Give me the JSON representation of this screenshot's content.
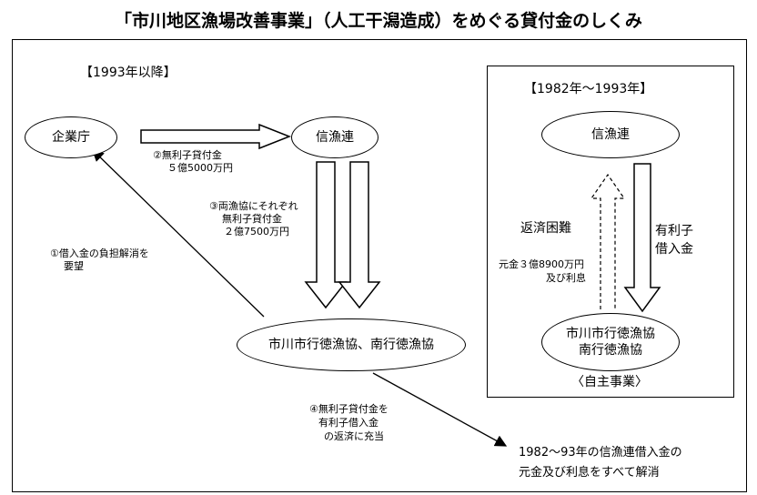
{
  "title": "「市川地区漁場改善事業」（人工干潟造成）をめぐる貸付金のしくみ",
  "left_panel": {
    "period": "【1993年以降】",
    "agency": "企業庁",
    "federation": "信漁連",
    "unions": "市川市行徳漁協、南行徳漁協",
    "step1": [
      "①借入金の負担解消を",
      "要望"
    ],
    "step2": [
      "②無利子貸付金",
      "５億5000万円"
    ],
    "step3": [
      "③両漁協にそれぞれ",
      "無利子貸付金",
      "２億7500万円"
    ],
    "step4": [
      "④無利子貸付金を",
      "有利子借入金",
      "の返済に充当"
    ],
    "result": [
      "1982〜93年の信漁連借入金の",
      "元金及び利息をすべて解消"
    ]
  },
  "right_panel": {
    "period": "【1982年〜1993年】",
    "federation": "信漁連",
    "unions": [
      "市川市行徳漁協",
      "南行徳漁協"
    ],
    "repay": "返済困難",
    "principal": [
      "元金３億8900万円",
      "及び利息"
    ],
    "loan": [
      "有利子",
      "借入金"
    ],
    "note": "〈自主事業〉"
  }
}
